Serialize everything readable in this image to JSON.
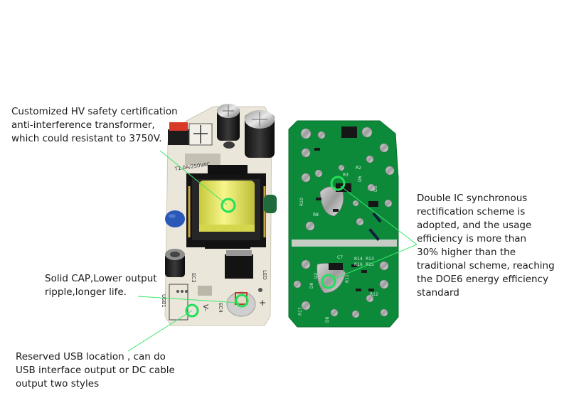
{
  "callouts": {
    "transformer": {
      "lines": [
        "Customized HV safety certification",
        "anti-interference transformer,",
        "which could resistant to 3750V."
      ]
    },
    "capacitor": {
      "lines": [
        "Solid CAP,Lower output",
        "ripple,longer life."
      ]
    },
    "usb": {
      "lines": [
        "Reserved USB location , can do",
        "USB interface output or DC cable",
        "output two styles"
      ]
    },
    "ic": {
      "lines": [
        "Double IC synchronous",
        "rectification scheme is",
        "adopted, and the usage",
        "efficiency is more than",
        "30% higher than the",
        "traditional scheme, reaching",
        "the DOE6 energy efficiency",
        "standard"
      ]
    }
  },
  "board_markings": {
    "fuse": "T1.0A/250VAC",
    "usb_label": "USB1",
    "ec4": "EC4",
    "ec3": "EC3",
    "led": "LED",
    "vminus": "V-",
    "vplus": "+",
    "r17": "R17",
    "c7": "C7",
    "r14": "R14",
    "r13": "R13",
    "r16": "R16",
    "r15": "R15",
    "r11": "R11",
    "r12": "R12",
    "d9": "D9",
    "u2": "U2",
    "d8": "D8",
    "r2": "R2",
    "r3": "R3",
    "d6": "D6",
    "d5": "D5",
    "r10": "R10",
    "r8": "R8"
  },
  "colors": {
    "highlight": "#22e05a",
    "leader": "#3be86a",
    "pcb_green": "#0c8a3a",
    "pcb_white": "#ede8dc",
    "transformer_core": "#ecec6a"
  }
}
